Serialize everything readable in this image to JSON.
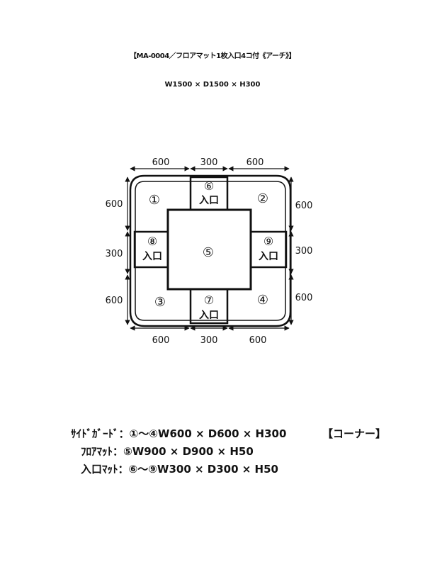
{
  "title": {
    "line1": "【MA-0004／フロアマット1枚入口4コ付《アーチ》】",
    "line2": "W1500 × D1500 × H300"
  },
  "diagram": {
    "dims_top": [
      "600",
      "300",
      "600"
    ],
    "dims_bottom": [
      "600",
      "300",
      "600"
    ],
    "dims_left": [
      "600",
      "300",
      "600"
    ],
    "dims_right": [
      "600",
      "300",
      "600"
    ],
    "parts": {
      "p1": "①",
      "p2": "②",
      "p3": "③",
      "p4": "④",
      "p5": "⑤",
      "p6": "⑥",
      "p7": "⑦",
      "p8": "⑧",
      "p9": "⑨"
    },
    "entrance_label": "入口"
  },
  "notes": {
    "line1": "ｻｲﾄﾞｶﾞｰﾄﾞ：①～④W600 × D600 × H300",
    "line1_tag": "【コーナー】",
    "line2": "ﾌﾛｱﾏｯﾄ：⑤W900 × D900 × H50",
    "line3": "入口ﾏｯﾄ：⑥～⑨W300 × D300 × H50"
  },
  "colors": {
    "line": "#111111",
    "background": "#ffffff"
  }
}
